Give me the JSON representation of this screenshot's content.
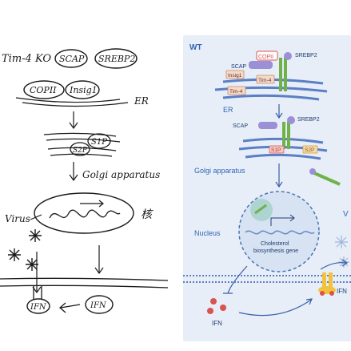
{
  "sketch": {
    "tim4_ko": "Tim-4 KO",
    "scap": "SCAP",
    "srebp2": "SREBP2",
    "copii": "COPII",
    "insig1": "Insig1",
    "er": "ER",
    "s1p": "S1P",
    "s2p": "S2P",
    "golgi": "Golgi apparatus",
    "virus": "Virus",
    "nucleus_char": "核",
    "ifn_left": "IFN",
    "ifn_right": "IFN"
  },
  "schematic": {
    "condition": "WT",
    "scap_er": "SCAP",
    "copii": "COPII",
    "srebp2_er": "SREBP2",
    "insig1": "Insig1",
    "tim4_a": "Tim-4",
    "tim4_b": "Tim-4",
    "er": "ER",
    "scap_golgi": "SCAP",
    "srebp2_golgi": "SREBP2",
    "s1p": "S1P",
    "s2p": "S2P",
    "golgi": "Golgi apparatus",
    "nucleus": "Nucleus",
    "gene_line1": "Cholesterol",
    "gene_line2": "biosynthesis gene",
    "ifn_bottom": "IFN",
    "ifn_right": "IFN",
    "v_cut": "V"
  },
  "colors": {
    "panel_bg": "#e7eef8",
    "label_blue": "#2f66b4",
    "membrane": "#5b7fc4",
    "scap_green": "#6fb24a",
    "srebp_purple": "#9b8fd6",
    "protease_red": "#e98a8a",
    "ifn_red": "#d9534f",
    "receptor_yellow": "#f2c23d"
  }
}
